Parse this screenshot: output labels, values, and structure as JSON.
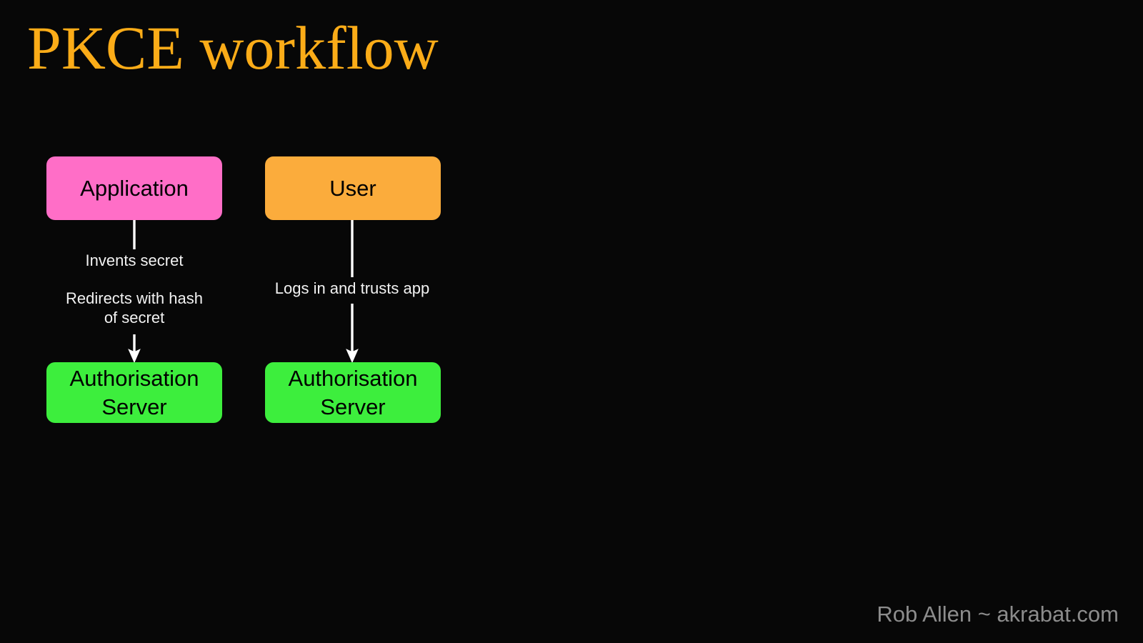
{
  "slide": {
    "title": "PKCE workflow",
    "background_color": "#070707",
    "title_color": "#FBAC18",
    "footer": "Rob Allen ~ akrabat.com",
    "footer_color": "#8C8C8C"
  },
  "diagram": {
    "nodes": [
      {
        "id": "application",
        "label": "Application",
        "color": "#FF6EC7",
        "text_color": "#000000",
        "column": "left",
        "row": "top"
      },
      {
        "id": "user",
        "label": "User",
        "color": "#FBAC3C",
        "text_color": "#000000",
        "column": "right",
        "row": "top"
      },
      {
        "id": "auth-server-left",
        "label": "Authorisation\nServer",
        "color": "#3DEE3D",
        "text_color": "#000000",
        "column": "left",
        "row": "bottom"
      },
      {
        "id": "auth-server-right",
        "label": "Authorisation\nServer",
        "color": "#3DEE3D",
        "text_color": "#000000",
        "column": "right",
        "row": "bottom"
      }
    ],
    "edges": [
      {
        "id": "app-invents",
        "from": "application",
        "to": "auth-server-left",
        "label": "Invents secret",
        "label_color": "#F2F2F2",
        "arrow": false
      },
      {
        "id": "app-redirects",
        "from": "application",
        "to": "auth-server-left",
        "label": "Redirects with hash\nof secret",
        "label_color": "#F2F2F2",
        "arrow": true
      },
      {
        "id": "user-logs-in",
        "from": "user",
        "to": "auth-server-right",
        "label": "Logs in and trusts app",
        "label_color": "#F2F2F2",
        "arrow": true
      }
    ],
    "connector_color": "#FFFFFF"
  }
}
